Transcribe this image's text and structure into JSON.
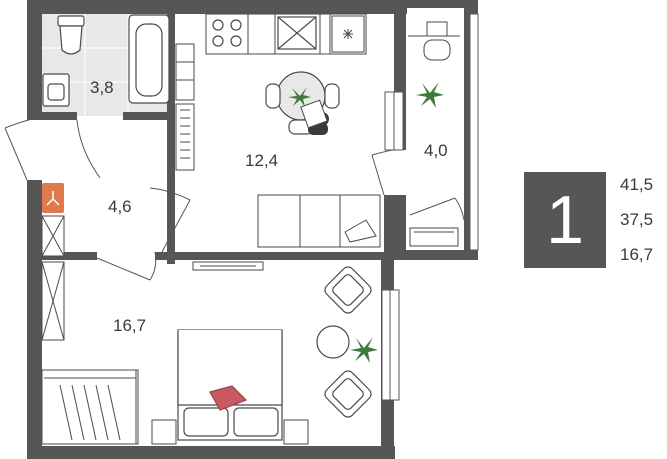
{
  "plan": {
    "rooms": [
      {
        "id": "bathroom",
        "area": "3,8"
      },
      {
        "id": "kitchen-living",
        "area": "12,4"
      },
      {
        "id": "balcony",
        "area": "4,0"
      },
      {
        "id": "hallway",
        "area": "4,6"
      },
      {
        "id": "bedroom",
        "area": "16,7"
      }
    ]
  },
  "summary": {
    "rooms_count": "1",
    "total_area": "41,5",
    "living_area": "37,5",
    "room_area": "16,7"
  },
  "colors": {
    "wall": "#565656",
    "floor_tile": "#e8e8e8",
    "furniture_stroke": "#4a4a4a",
    "plant": "#3f7a3a",
    "boiler": "#e0794d",
    "pillow": "#c95a62"
  },
  "icons": [
    "plant-icon",
    "snowflake-icon",
    "boiler-icon",
    "person-icon"
  ]
}
